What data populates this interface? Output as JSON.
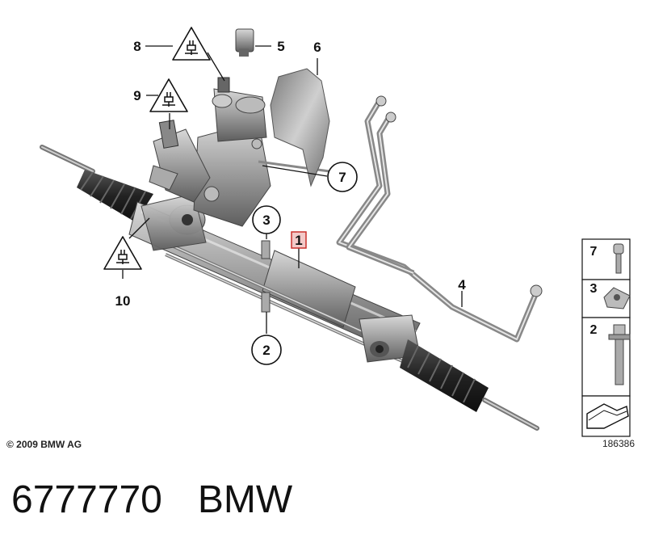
{
  "callouts": {
    "c1": "1",
    "c2": "2",
    "c3": "3",
    "c4": "4",
    "c5": "5",
    "c6": "6",
    "c7": "7",
    "c8": "8",
    "c9": "9",
    "c10": "10"
  },
  "legend": {
    "item7": "7",
    "item3": "3",
    "item2": "2"
  },
  "copyright": "© 2009 BMW AG",
  "image_number": "186386",
  "footer": {
    "part_number": "6777770",
    "brand": "BMW"
  },
  "colors": {
    "highlight_box": "#d9534f",
    "line": "#111111",
    "part_fill": "#9a9a9a"
  },
  "icons": [
    "electrical-connector-warning-icon",
    "direction-arrow-icon"
  ]
}
